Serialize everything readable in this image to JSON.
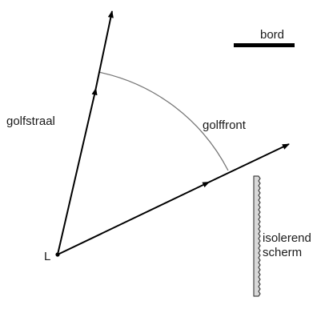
{
  "labels": {
    "golfstraal": "golfstraal",
    "golffront": "golffront",
    "bord": "bord",
    "source": "L",
    "screen_line1": "isolerend",
    "screen_line2": "scherm"
  },
  "colors": {
    "ink": "#000000",
    "wavefront": "#777777",
    "screen_fill": "#d9d9d9",
    "screen_edge": "#444444"
  }
}
